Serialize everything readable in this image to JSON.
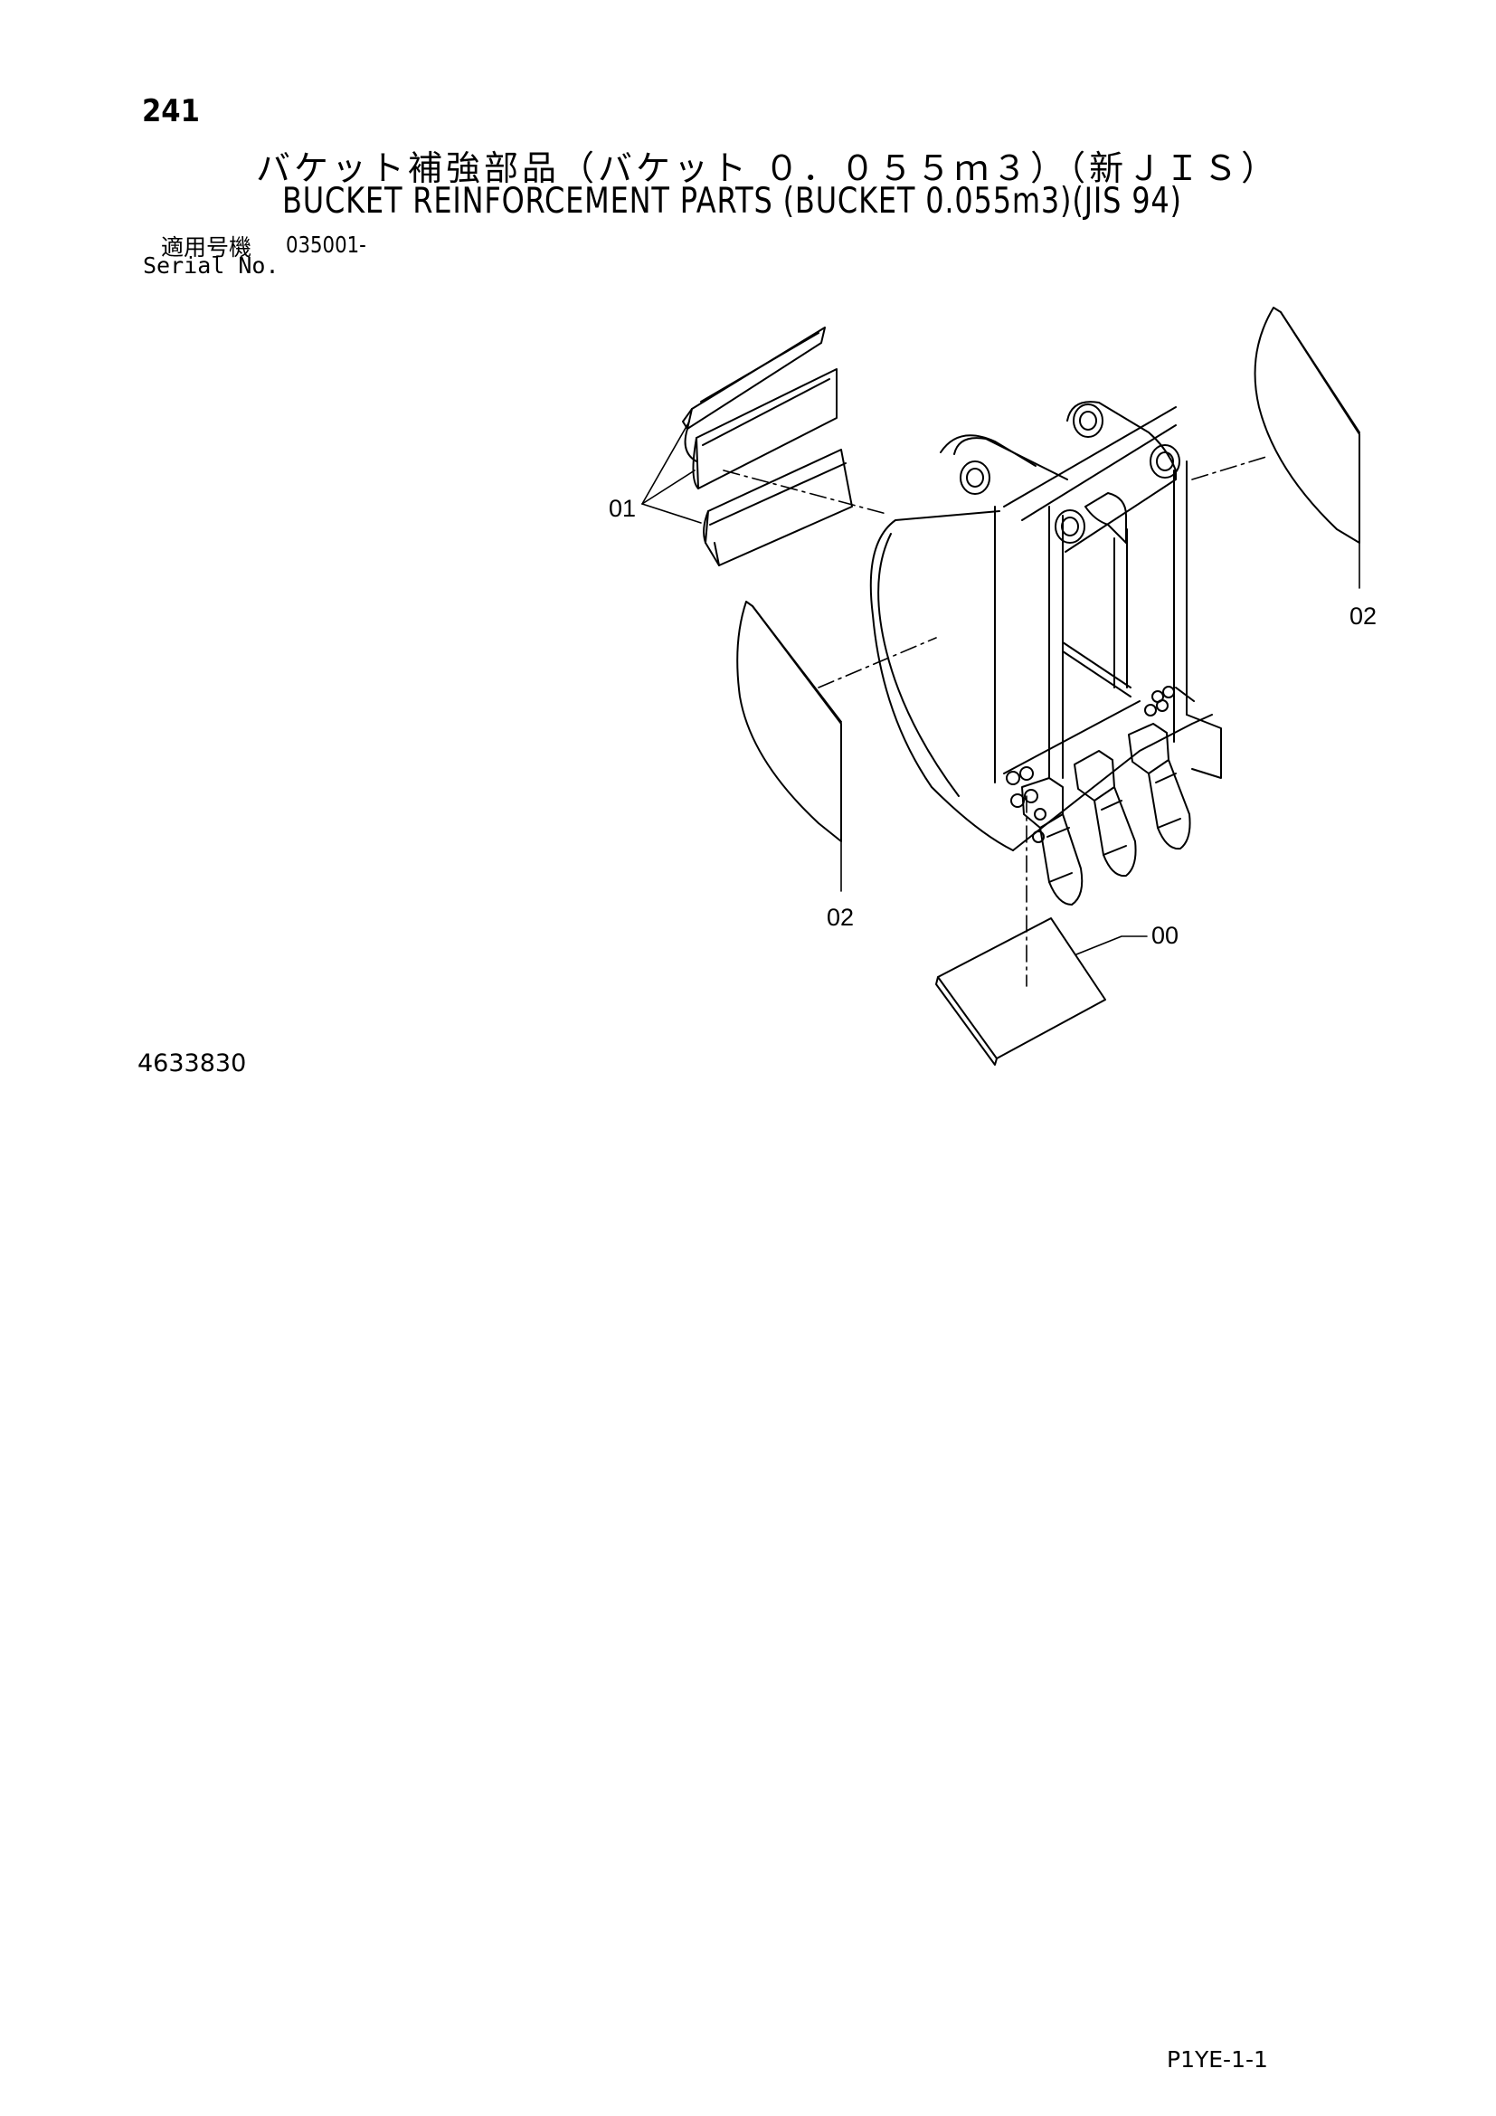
{
  "header": {
    "page_number": "241",
    "title_jp": "バケット補強部品（バケット ０．０５５ｍ３）（新ＪＩＳ）",
    "title_en": "BUCKET REINFORCEMENT PARTS (BUCKET 0.055m3)(JIS 94)",
    "serial_label_jp": "適用号機",
    "serial_label_en": "Serial No.",
    "serial_value": "035001-"
  },
  "diagram": {
    "callouts": {
      "reinforcement_plates": "01",
      "side_plate_right": "02",
      "side_plate_left": "02",
      "bottom_plate": "00"
    }
  },
  "footer": {
    "drawing_number": "4633830",
    "page_code": "P1YE-1-1"
  }
}
